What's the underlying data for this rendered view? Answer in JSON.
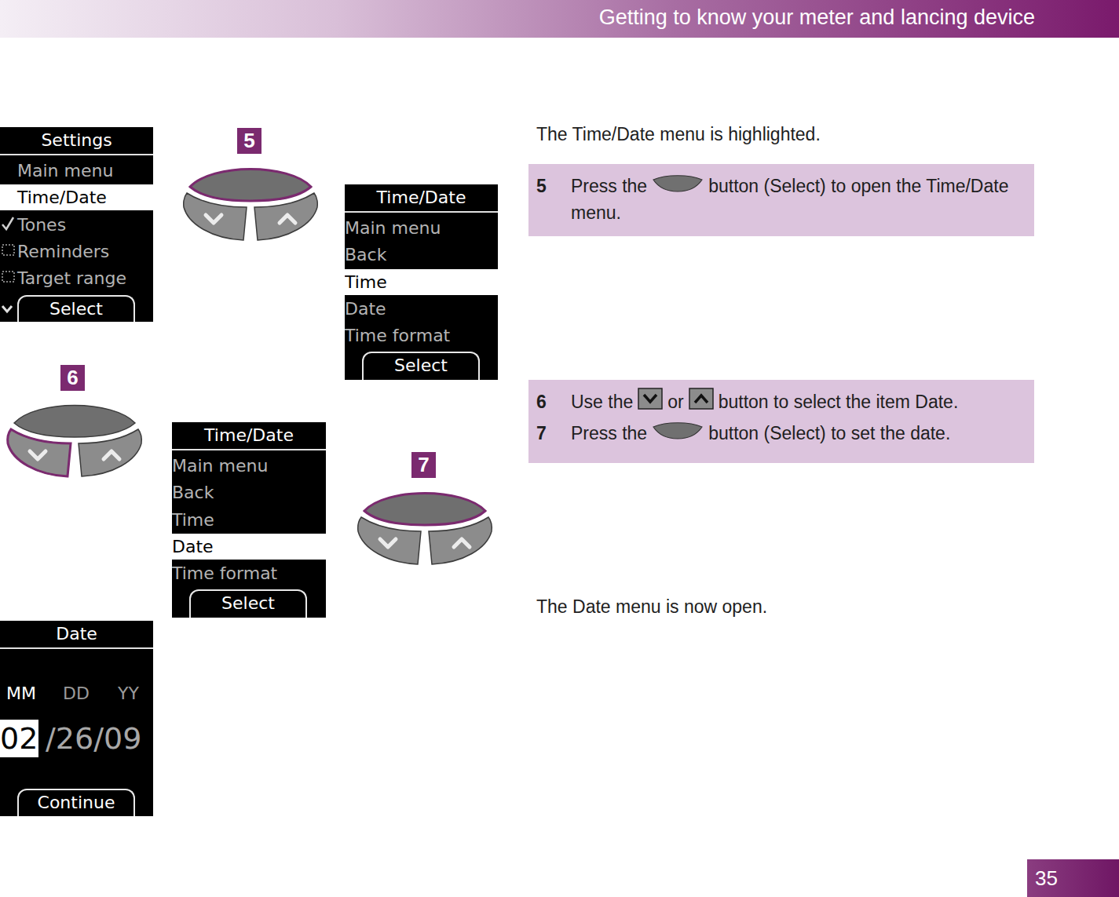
{
  "diagram": {
    "title": "Getting to know your meter and lancing device",
    "nodes": [
      {
        "text": [
          "Settings",
          "Main menu",
          "Time/Date",
          "Tones",
          "Reminders",
          "Target range"
        ]
      },
      {
        "text": [
          "Select"
        ],
        "in": 0
      },
      {
        "text": [
          "5"
        ]
      },
      {
        "text": [
          "5",
          "Press the",
          "button (Select) to open the Time/Date menu."
        ]
      },
      {
        "text": [
          "Time/Date",
          "Main menu",
          "Back",
          "Time",
          "Date",
          "Time format"
        ]
      },
      {
        "text": [
          "Select"
        ],
        "in": 4
      },
      {
        "text": [
          "6"
        ]
      },
      {
        "text": [
          "6",
          "Use the",
          "or",
          "button to select the item Date.",
          "7",
          "Press the",
          "button (Select) to set the date."
        ]
      },
      {
        "text": [
          "Time/Date",
          "Main menu",
          "Back",
          "Time",
          "Date",
          "Time format"
        ]
      },
      {
        "text": [
          "Select"
        ],
        "in": 8
      },
      {
        "text": [
          "7"
        ]
      },
      {
        "text": [
          "Date",
          "MM",
          "DD",
          "YY",
          "02",
          "/26/09"
        ]
      },
      {
        "text": [
          "Continue"
        ],
        "in": 11
      },
      {
        "text": [
          "35"
        ]
      }
    ],
    "labels": [
      "The Time/Date menu is highlighted.",
      "The Date menu is now open."
    ]
  }
}
